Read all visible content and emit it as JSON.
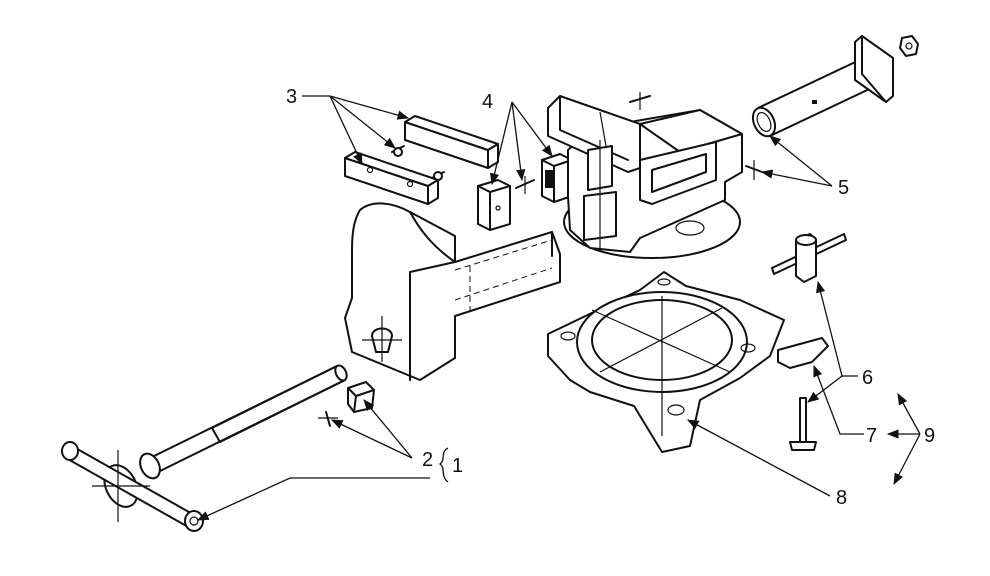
{
  "callouts": [
    {
      "id": "c1",
      "label": "1"
    },
    {
      "id": "c2",
      "label": "2"
    },
    {
      "id": "c3",
      "label": "3"
    },
    {
      "id": "c4",
      "label": "4"
    },
    {
      "id": "c5",
      "label": "5"
    },
    {
      "id": "c6",
      "label": "6"
    },
    {
      "id": "c7",
      "label": "7"
    },
    {
      "id": "c8",
      "label": "8"
    },
    {
      "id": "c9",
      "label": "9"
    }
  ],
  "colors": {
    "ink": "#111111",
    "background": "#ffffff"
  }
}
